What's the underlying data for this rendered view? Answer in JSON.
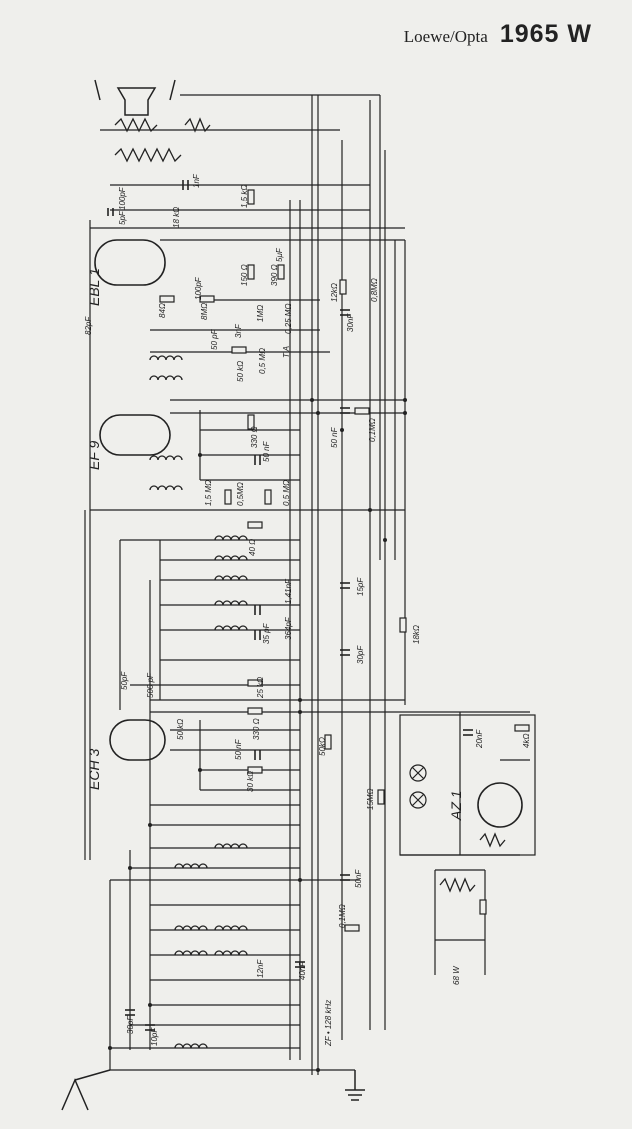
{
  "title": {
    "brand": "Loewe/Opta",
    "model": "1965 W"
  },
  "tubes": {
    "ebl1": "EBL 1",
    "ef9": "EF 9",
    "ech3": "ECH 3",
    "az1": "AZ 1"
  },
  "values": {
    "c_100pf": "100pF",
    "c_5pf": "5pF",
    "r_18k": "18 kΩ",
    "c_1nf": "1nF",
    "r_1k5": "1,5 kΩ",
    "c_82pf": "82pF",
    "r_84": "84Ω",
    "c_100pf_b": "100pF",
    "r_8m": "8MΩ",
    "r_150": "150 Ω",
    "r_390": "390 Ω",
    "c_5uf": "5μF",
    "r_12k": "12kΩ",
    "r_08m": "0,8MΩ",
    "c_30nf": "30nF",
    "r_025": "0,25 MΩ",
    "c_3nf": "3nF",
    "r_1m": "1MΩ",
    "c_50pf_a": "50 pF",
    "r_05m": "0,5 MΩ",
    "r_50k_a": "50 kΩ",
    "r_330_a": "330 Ω",
    "c_50nf_a": "50 nF",
    "c_50nf_b": "50 nF",
    "r_01m_a": "0,1MΩ",
    "r_15m_a": "1,5 MΩ",
    "r_05m_b": "0,5MΩ",
    "r_05m_c": "0,5 MΩ",
    "r_40": "40 Ω",
    "c_15pf": "15pF",
    "c_141nf": "1,41nF",
    "c_364pf": "364pF",
    "c_35pf": "35 pF",
    "r_18k_b": "18kΩ",
    "c_30pf_a": "30pF",
    "c_50pf_b": "50pF",
    "c_500pf": "500 pF",
    "r_25k": "25 kΩ",
    "r_50k_b": "50 kΩ",
    "r_330_b": "330 Ω",
    "c_50nf_c": "50 nF",
    "r_30k": "30 kΩ",
    "r_50k_c": "50kΩ",
    "c_20nf": "20nF",
    "r_4k": "4kΩ",
    "r_15m_b": "15MΩ",
    "c_50nf_d": "50nF",
    "r_01m_b": "0,1MΩ",
    "c_12nf": "12nF",
    "c_40nf": "40nF",
    "c_30pf_b": "30pF",
    "c_10pf": "10pF",
    "if_label": "ZF • 128 kHz",
    "mains": "68 W",
    "mark": "T A"
  }
}
